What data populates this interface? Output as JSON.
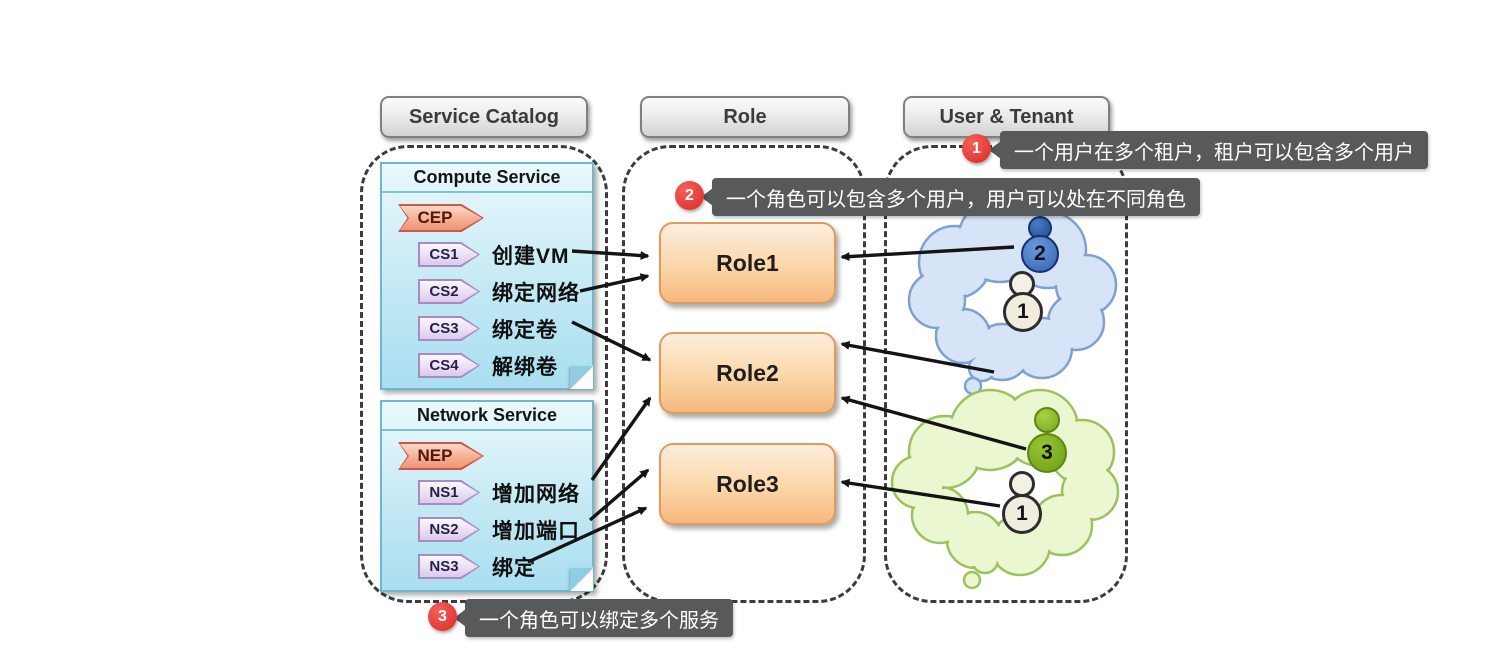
{
  "headers": {
    "service_catalog": "Service Catalog",
    "role": "Role",
    "user_tenant": "User & Tenant"
  },
  "service_catalog": {
    "groups": [
      {
        "title": "Compute Service",
        "tag": "CEP",
        "items": [
          {
            "code": "CS1",
            "label": "创建VM"
          },
          {
            "code": "CS2",
            "label": "绑定网络"
          },
          {
            "code": "CS3",
            "label": "绑定卷"
          },
          {
            "code": "CS4",
            "label": "解绑卷"
          }
        ]
      },
      {
        "title": "Network Service",
        "tag": "NEP",
        "items": [
          {
            "code": "NS1",
            "label": "增加网络"
          },
          {
            "code": "NS2",
            "label": "增加端口"
          },
          {
            "code": "NS3",
            "label": "绑定"
          }
        ]
      }
    ]
  },
  "roles": [
    {
      "label": "Role1"
    },
    {
      "label": "Role2"
    },
    {
      "label": "Role3"
    }
  ],
  "tenants": [
    {
      "name": "blue-tenant-cloud",
      "users": [
        {
          "label": "2"
        },
        {
          "label": "1"
        }
      ]
    },
    {
      "name": "green-tenant-cloud",
      "users": [
        {
          "label": "3"
        },
        {
          "label": "1"
        }
      ]
    }
  ],
  "annotations": [
    {
      "number": "1",
      "text": "一个用户在多个租户，租户可以包含多个用户"
    },
    {
      "number": "2",
      "text": "一个角色可以包含多个用户，用户可以处在不同角色"
    },
    {
      "number": "3",
      "text": "一个角色可以绑定多个服务"
    }
  ],
  "connections": [
    {
      "from": "CS1",
      "to": "Role1"
    },
    {
      "from": "CS2",
      "to": "Role1"
    },
    {
      "from": "CS3",
      "to": "Role2"
    },
    {
      "from": "NS1",
      "to": "Role2"
    },
    {
      "from": "NS2",
      "to": "Role3"
    },
    {
      "from": "NS3",
      "to": "Role3"
    },
    {
      "from": "blue-tenant-user-2",
      "to": "Role1"
    },
    {
      "from": "blue-tenant-user-1",
      "to": "Role2"
    },
    {
      "from": "green-tenant-user-3",
      "to": "Role2"
    },
    {
      "from": "green-tenant-user-1",
      "to": "Role3"
    }
  ],
  "colors": {
    "role_fill": "#fbd6a8",
    "role_border": "#e09a5f",
    "service_box_fill": "#c4e9f4",
    "service_box_border": "#6fb7d0",
    "endpoint_tag_pink": "#f5ab8e",
    "item_tag_lavender": "#dcc8ec",
    "cloud_blue_fill": "#d7e4f8",
    "cloud_blue_stroke": "#7fa0d2",
    "cloud_green_fill": "#eaf7d0",
    "cloud_green_stroke": "#9cc25e",
    "user_blue": "#3263b0",
    "user_green": "#79a91c",
    "badge_red": "#dc2823",
    "tooltip_bg": "#58595b",
    "arrow": "#141414"
  }
}
